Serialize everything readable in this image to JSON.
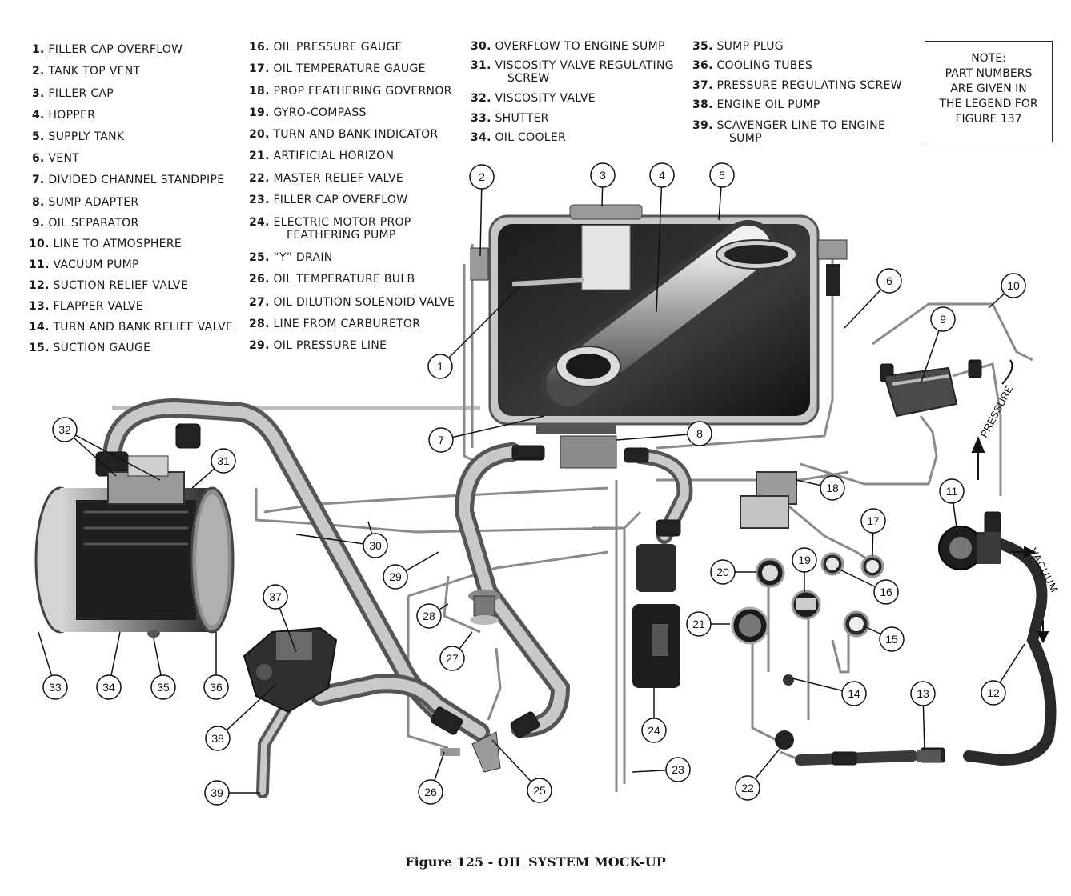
{
  "legend": [
    {
      "num": "1.",
      "label": "FILLER CAP OVERFLOW"
    },
    {
      "num": "2.",
      "label": "TANK TOP VENT"
    },
    {
      "num": "3.",
      "label": "FILLER CAP"
    },
    {
      "num": "4.",
      "label": "HOPPER"
    },
    {
      "num": "5.",
      "label": "SUPPLY TANK"
    },
    {
      "num": "6.",
      "label": "VENT"
    },
    {
      "num": "7.",
      "label": "DIVIDED CHANNEL STANDPIPE"
    },
    {
      "num": "8.",
      "label": "SUMP ADAPTER"
    },
    {
      "num": "9.",
      "label": "OIL SEPARATOR"
    },
    {
      "num": "10.",
      "label": "LINE TO ATMOSPHERE"
    },
    {
      "num": "11.",
      "label": "VACUUM PUMP"
    },
    {
      "num": "12.",
      "label": "SUCTION RELIEF VALVE"
    },
    {
      "num": "13.",
      "label": "FLAPPER VALVE"
    },
    {
      "num": "14.",
      "label": "TURN AND BANK RELIEF VALVE"
    },
    {
      "num": "15.",
      "label": "SUCTION GAUGE"
    },
    {
      "num": "16.",
      "label": "OIL PRESSURE GAUGE"
    },
    {
      "num": "17.",
      "label": "OIL TEMPERATURE GAUGE"
    },
    {
      "num": "18.",
      "label": "PROP FEATHERING GOVERNOR"
    },
    {
      "num": "19.",
      "label": "GYRO-COMPASS"
    },
    {
      "num": "20.",
      "label": "TURN AND BANK INDICATOR"
    },
    {
      "num": "21.",
      "label": "ARTIFICIAL HORIZON"
    },
    {
      "num": "22.",
      "label": "MASTER RELIEF VALVE"
    },
    {
      "num": "23.",
      "label": "FILLER CAP OVERFLOW"
    },
    {
      "num": "24.",
      "label": "ELECTRIC MOTOR PROP",
      "label2": "FEATHERING PUMP"
    },
    {
      "num": "25.",
      "label": "“Y” DRAIN"
    },
    {
      "num": "26.",
      "label": "OIL TEMPERATURE BULB"
    },
    {
      "num": "27.",
      "label": "OIL DILUTION SOLENOID VALVE"
    },
    {
      "num": "28.",
      "label": "LINE FROM CARBURETOR"
    },
    {
      "num": "29.",
      "label": "OIL PRESSURE LINE"
    },
    {
      "num": "30.",
      "label": "OVERFLOW TO ENGINE SUMP"
    },
    {
      "num": "31.",
      "label": "VISCOSITY VALVE REGULATING",
      "label2": "SCREW"
    },
    {
      "num": "32.",
      "label": "VISCOSITY VALVE"
    },
    {
      "num": "33.",
      "label": "SHUTTER"
    },
    {
      "num": "34.",
      "label": "OIL COOLER"
    },
    {
      "num": "35.",
      "label": "SUMP PLUG"
    },
    {
      "num": "36.",
      "label": "COOLING TUBES"
    },
    {
      "num": "37.",
      "label": "PRESSURE REGULATING SCREW"
    },
    {
      "num": "38.",
      "label": "ENGINE OIL PUMP"
    },
    {
      "num": "39.",
      "label": "SCAVENGER LINE TO ENGINE",
      "label2": "SUMP"
    }
  ],
  "note": {
    "line1": "NOTE:",
    "line2": "PART NUMBERS",
    "line3": "ARE GIVEN IN",
    "line4": "THE LEGEND FOR",
    "line5": "FIGURE 137"
  },
  "flow_labels": {
    "pressure": "PRESSURE",
    "vacuum": "VACUUM"
  },
  "caption": {
    "figure": "Figure 125",
    "separator": " - ",
    "title": "OIL SYSTEM MOCK-UP"
  },
  "callouts": [
    "1",
    "2",
    "3",
    "4",
    "5",
    "6",
    "7",
    "8",
    "9",
    "10",
    "11",
    "12",
    "13",
    "14",
    "15",
    "16",
    "17",
    "18",
    "19",
    "20",
    "21",
    "22",
    "23",
    "24",
    "25",
    "26",
    "27",
    "28",
    "29",
    "30",
    "31",
    "32",
    "33",
    "34",
    "35",
    "36",
    "37",
    "38",
    "39"
  ],
  "colors": {
    "ink": "#1a1a1a",
    "metal": "#b8b8b8",
    "dark_metal": "#3a3a3a",
    "background": "#ffffff"
  }
}
